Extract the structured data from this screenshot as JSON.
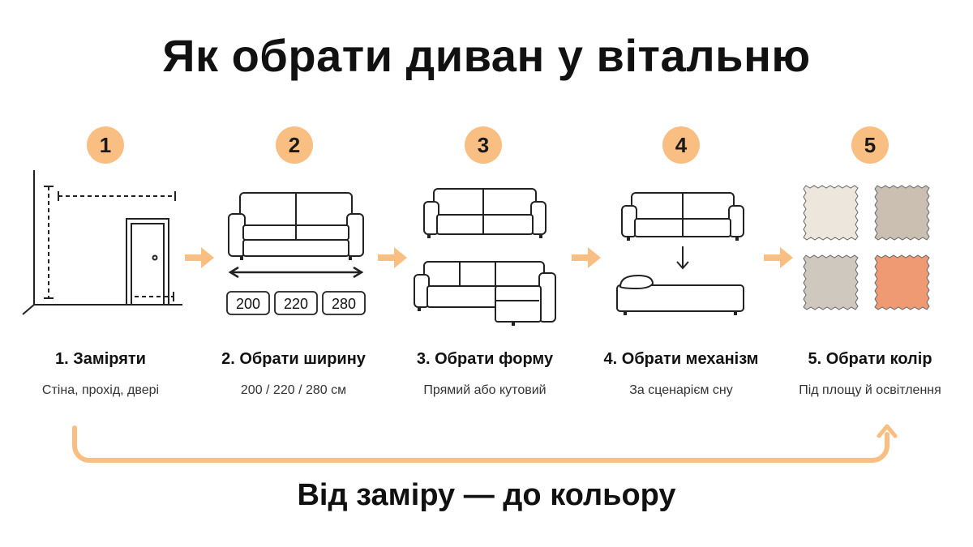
{
  "title": "Як обрати диван у вітальню",
  "accent_color": "#f9be82",
  "steps": [
    {
      "number": "1",
      "title": "1. Заміряти",
      "subtitle": "Стіна, прохід, двері",
      "icon": "room-measure-icon"
    },
    {
      "number": "2",
      "title": "2. Обрати ширину",
      "subtitle": "200 / 220 / 280 см",
      "icon": "sofa-width-icon",
      "widths": [
        "200",
        "220",
        "280"
      ]
    },
    {
      "number": "3",
      "title": "3. Обрати форму",
      "subtitle": "Прямий або кутовий",
      "icon": "sofa-shapes-icon"
    },
    {
      "number": "4",
      "title": "4. Обрати механізм",
      "subtitle": "За сценарієм сну",
      "icon": "sofa-bed-icon"
    },
    {
      "number": "5",
      "title": "5. Обрати колір",
      "subtitle": "Під площу й освітлення",
      "icon": "fabric-swatches-icon",
      "swatch_colors": [
        "#ece6dc",
        "#cbbfb2",
        "#cfc8bf",
        "#ef9a73"
      ]
    }
  ],
  "footer": "Від заміру — до кольору"
}
